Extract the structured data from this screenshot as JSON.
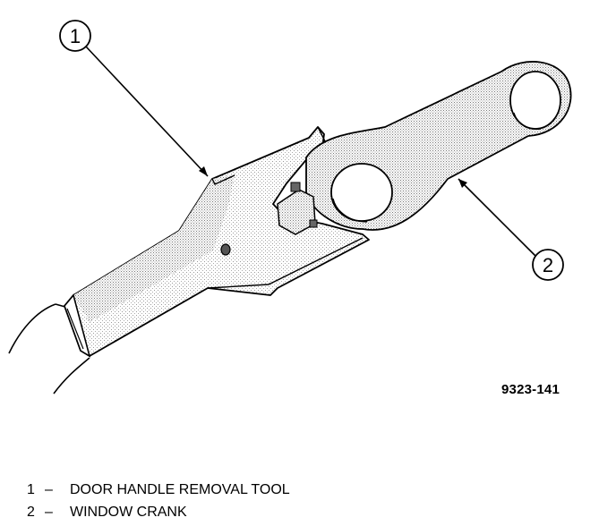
{
  "figure_id": "9323-141",
  "callouts": [
    "1",
    "2"
  ],
  "legend": [
    {
      "number": "1",
      "separator": "–",
      "label": "DOOR HANDLE REMOVAL TOOL"
    },
    {
      "number": "2",
      "separator": "–",
      "label": "WINDOW CRANK"
    }
  ]
}
